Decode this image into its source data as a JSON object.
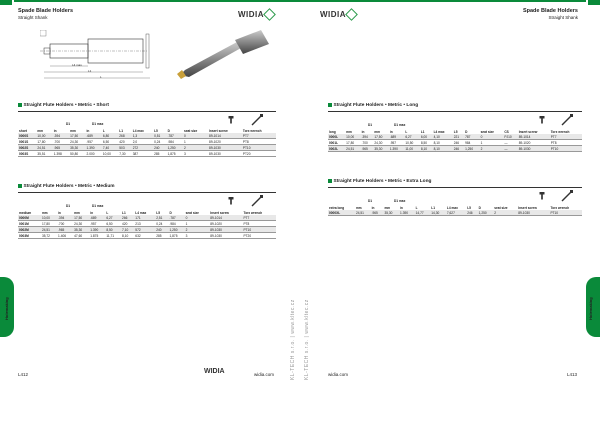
{
  "header": {
    "left_title": "Spade Blade Holders",
    "left_sub": "Straight Shank",
    "right_title": "Spade Blade Holders",
    "right_sub": "Straight Shank",
    "logo_left": "WIDIA",
    "logo_right": "WIDIA"
  },
  "colors": {
    "brand_green": "#0a8a3a"
  },
  "diagram_labels": {
    "l4": "L4 max",
    "l1": "L1",
    "l": "L"
  },
  "common_headers": {
    "d1": "D1",
    "d1_max": "D1 max",
    "mm": "mm",
    "in": "in",
    "mm2": "mm",
    "in2": "in",
    "L": "L",
    "L1": "L1",
    "L4max": "L4 max",
    "L5": "L5",
    "D": "D",
    "seat_size": "seat size",
    "insert_screw": "Insert screw",
    "torx_wrench": "Torx wrench",
    "cs": "CS"
  },
  "short": {
    "title": "Straight Flute Holders • Metric • Short",
    "col_first": "short",
    "rows": [
      [
        "0000S",
        "10,00",
        ".394",
        "17,50",
        ".689",
        "6,80",
        "268",
        "1,3",
        "0,51",
        ".787",
        "0",
        "89-1014",
        "PT7"
      ],
      [
        "0001S",
        "17,80",
        ".700",
        "24,30",
        ".957",
        "6,50",
        "420",
        "2,0",
        "0,24",
        ".984",
        "1",
        "89-1020",
        "PT8"
      ],
      [
        "0002S",
        "24,51",
        ".965",
        "35,30",
        "1.390",
        "7,40",
        "503",
        "272",
        "240",
        "1,250",
        "2",
        "89-1030",
        "PT10"
      ],
      [
        "0003S",
        "35,51",
        "1.398",
        "50,80",
        "2.000",
        "10,00",
        "7,30",
        "387",
        "285",
        "1,875",
        "3",
        "89-1030",
        "PT20"
      ]
    ]
  },
  "medium": {
    "title": "Straight Flute Holders • Metric • Medium",
    "col_first": "medium",
    "rows": [
      [
        "0000M",
        "10,00",
        ".394",
        "17,50",
        ".689",
        "6,27",
        "266",
        "171",
        "2,51",
        ".787",
        "0",
        "89-1014",
        "PT7"
      ],
      [
        "0001M",
        "17,80",
        ".700",
        "24,30",
        ".957",
        "6,50",
        "420",
        "213",
        "0,24",
        ".984",
        "1",
        "89-1020",
        "PT8"
      ],
      [
        "0002M",
        "24,51",
        ".965",
        "35,30",
        "1.390",
        "8,50",
        "7,10",
        "572",
        "240",
        "1,250",
        "2",
        "89-1030",
        "PT10"
      ],
      [
        "0003M",
        "35,72",
        "1.406",
        "47,60",
        "1.875",
        "11,71",
        "8,10",
        "632",
        "285",
        "1,875",
        "3",
        "89-1030",
        "PT20"
      ]
    ]
  },
  "long": {
    "title": "Straight Flute Holders • Metric • Long",
    "col_first": "long",
    "rows": [
      [
        "0000L",
        "10,00",
        ".394",
        "17,50",
        ".689",
        "6,27",
        "6,00",
        "4,10",
        "221",
        "787",
        "0",
        "PJ10",
        "89-1014",
        "PT7"
      ],
      [
        "0001L",
        "17,80",
        ".700",
        "24,30",
        ".957",
        "10,50",
        "8,50",
        "8,10",
        "246",
        "984",
        "1",
        "—",
        "89-1020",
        "PT8"
      ],
      [
        "0002L",
        "24,51",
        ".965",
        "35,30",
        "1.390",
        "11,00",
        "8,10",
        "8,10",
        "246",
        "1,250",
        "2",
        "—",
        "89-1030",
        "PT10"
      ]
    ]
  },
  "extra_long": {
    "title": "Straight Flute Holders • Metric • Extra Long",
    "col_first": "extra long",
    "rows": [
      [
        "0000XL",
        "24,51",
        ".965",
        "35,30",
        "1.390",
        "14,77",
        "14,30",
        "7,627",
        "246",
        "1,250",
        "2",
        "89-1030",
        "PT10"
      ]
    ]
  },
  "side_tab": "Holemaking",
  "footer": {
    "left_page": "L412",
    "left_url": "widia.com",
    "right_page": "L413",
    "right_url": "widia.com",
    "center_logo": "WIDIA",
    "vertical_left": "KL-TECH s.r.o. | www.kltec.cz",
    "vertical_right": "KL-TECH s.r.o. | www.kltec.cz"
  }
}
